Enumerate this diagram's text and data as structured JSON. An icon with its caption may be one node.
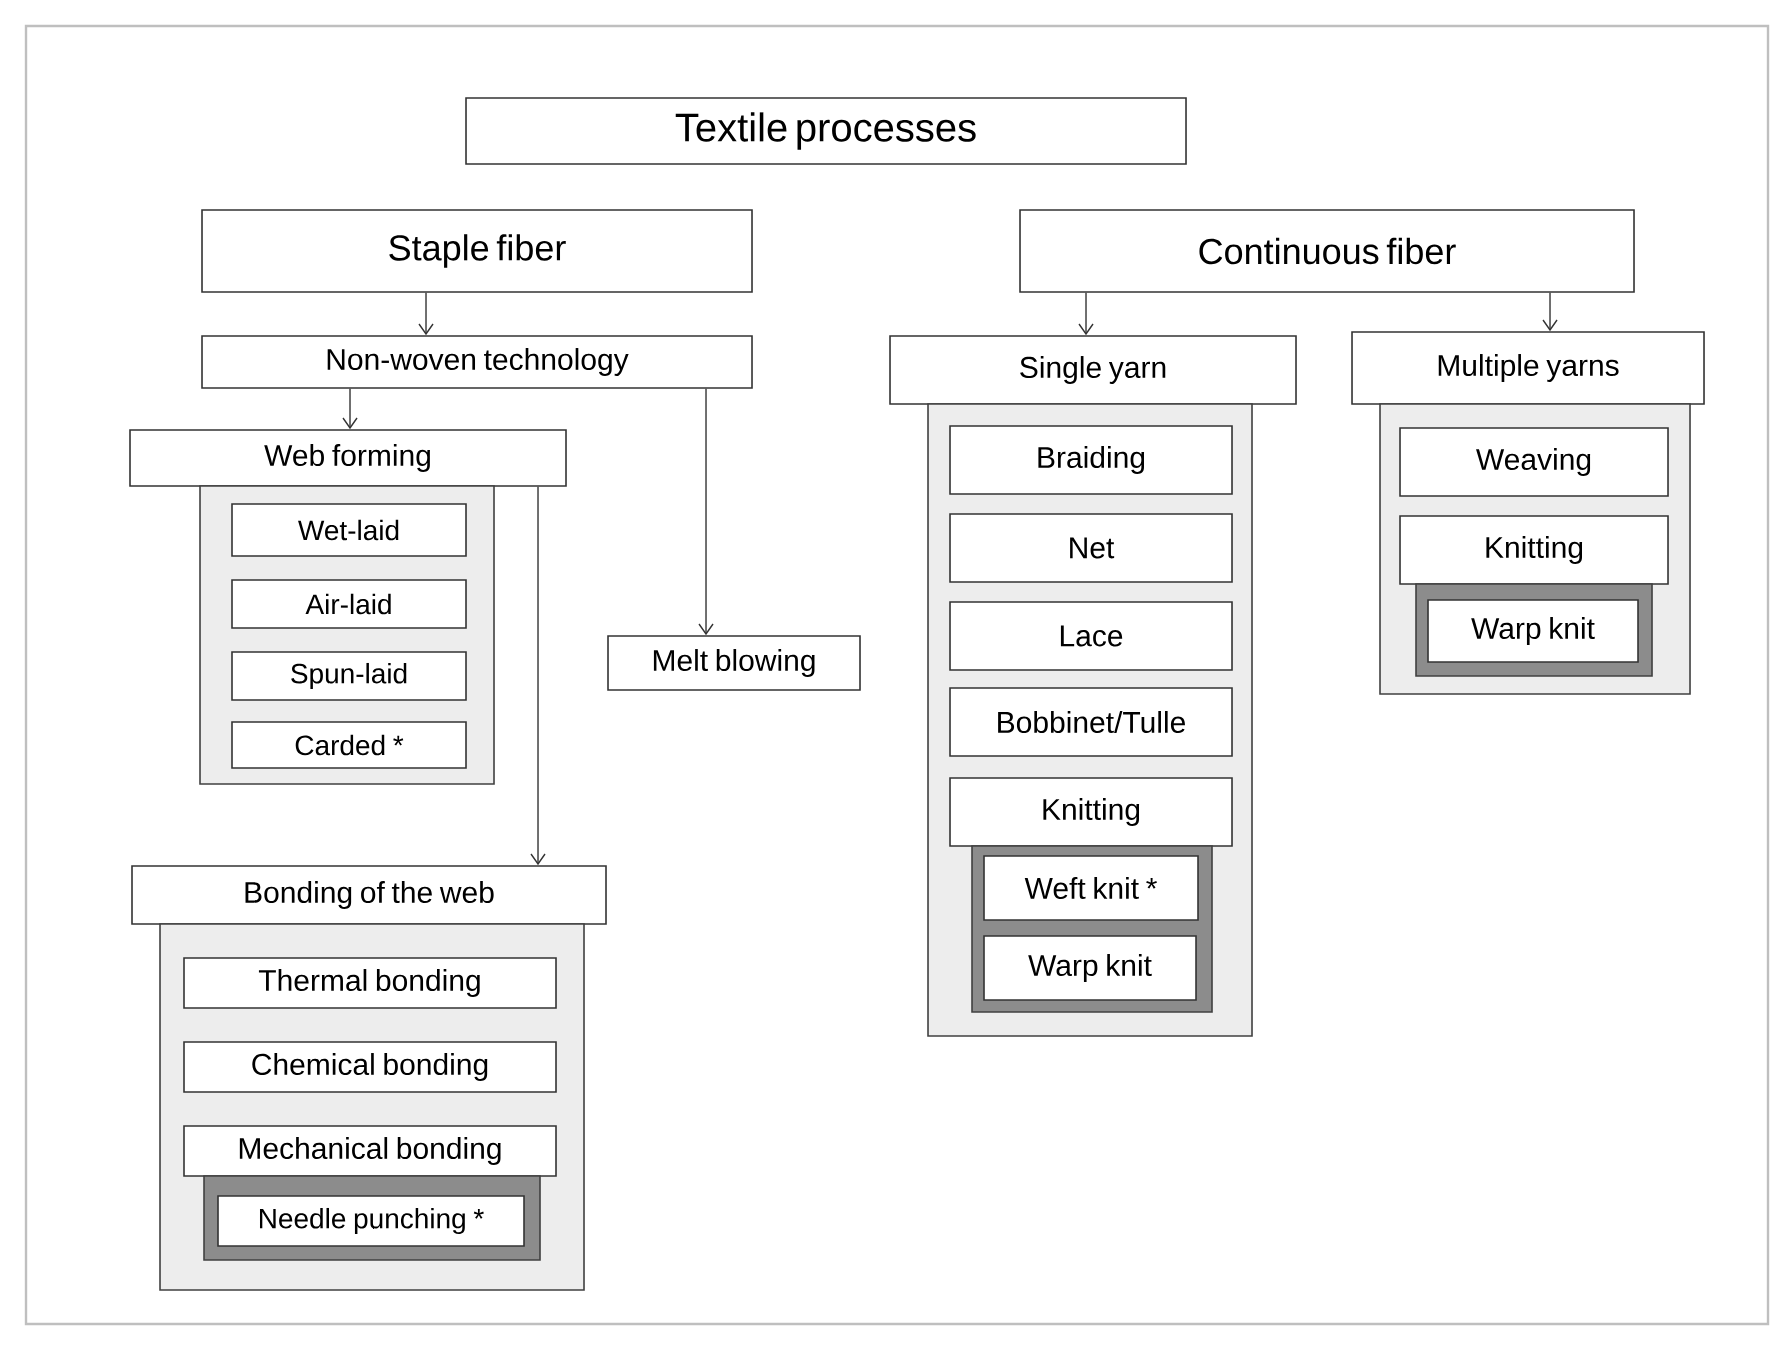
{
  "diagram": {
    "nodes": [
      {
        "text": [
          "Textile processes"
        ]
      },
      {
        "text": [
          "Staple fiber"
        ]
      },
      {
        "text": [
          "Continuous fiber"
        ]
      },
      {
        "text": [
          "Non-woven technology"
        ]
      },
      {
        "text": [
          "Web forming"
        ]
      },
      {
        "text": [],
        "shape": "box"
      },
      {
        "text": [
          "Wet-laid"
        ],
        "in": 5
      },
      {
        "text": [
          "Air-laid"
        ],
        "in": 5
      },
      {
        "text": [
          "Spun-laid"
        ],
        "in": 5
      },
      {
        "text": [
          "Carded *"
        ],
        "in": 5
      },
      {
        "text": [
          "Melt blowing"
        ]
      },
      {
        "text": [
          "Bonding of the web"
        ]
      },
      {
        "text": [],
        "shape": "box"
      },
      {
        "text": [
          "Thermal bonding"
        ],
        "in": 12
      },
      {
        "text": [
          "Chemical bonding"
        ],
        "in": 12
      },
      {
        "text": [
          "Mechanical bonding"
        ],
        "in": 12
      },
      {
        "text": [],
        "shape": "box",
        "in": 12
      },
      {
        "text": [
          "Needle punching *"
        ],
        "in": 16
      },
      {
        "text": [
          "Single yarn"
        ]
      },
      {
        "text": [],
        "shape": "box"
      },
      {
        "text": [
          "Braiding"
        ],
        "in": 19
      },
      {
        "text": [
          "Net"
        ],
        "in": 19
      },
      {
        "text": [
          "Lace"
        ],
        "in": 19
      },
      {
        "text": [
          "Bobbinet/Tulle"
        ],
        "in": 19
      },
      {
        "text": [
          "Knitting"
        ],
        "in": 19
      },
      {
        "text": [],
        "shape": "box",
        "in": 19
      },
      {
        "text": [
          "Weft knit *"
        ],
        "in": 25
      },
      {
        "text": [
          "Warp knit"
        ],
        "in": 25
      },
      {
        "text": [
          "Multiple yarns"
        ]
      },
      {
        "text": [],
        "shape": "box"
      },
      {
        "text": [
          "Weaving"
        ],
        "in": 29
      },
      {
        "text": [
          "Knitting"
        ],
        "in": 29
      },
      {
        "text": [],
        "shape": "box",
        "in": 29
      },
      {
        "text": [
          "Warp knit"
        ],
        "in": 32
      }
    ],
    "edges": [
      {
        "from": 1,
        "to": 3,
        "arrow": "to"
      },
      {
        "from": 3,
        "to": 4,
        "arrow": "to"
      },
      {
        "from": 3,
        "to": 10,
        "arrow": "to"
      },
      {
        "from": 4,
        "to": 11,
        "arrow": "to"
      },
      {
        "from": 2,
        "to": 18,
        "arrow": "to"
      },
      {
        "from": 2,
        "to": 28,
        "arrow": "to"
      }
    ]
  }
}
